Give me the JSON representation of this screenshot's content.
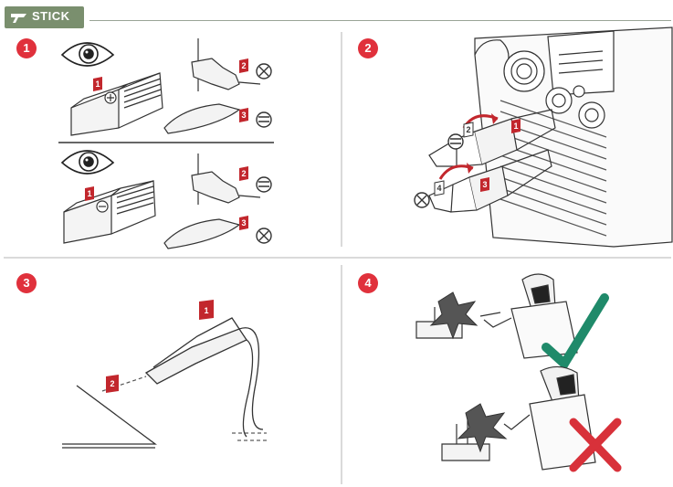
{
  "header": {
    "section_title": "STICK"
  },
  "panels": [
    {
      "step": "1"
    },
    {
      "step": "2"
    },
    {
      "step": "3"
    },
    {
      "step": "4"
    }
  ],
  "callouts": {
    "p1_top": [
      "1",
      "2",
      "3"
    ],
    "p1_bottom": [
      "1",
      "2",
      "3"
    ],
    "p2": [
      "2",
      "1",
      "4",
      "3"
    ],
    "p3": [
      "1",
      "2"
    ]
  },
  "colors": {
    "accent_red": "#e0313c",
    "tab_green": "#7a8f6e",
    "check_green": "#1f8a6a",
    "cross_red": "#d8313a"
  }
}
